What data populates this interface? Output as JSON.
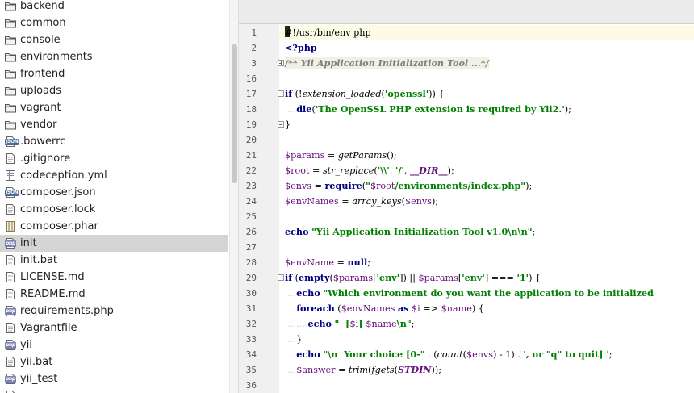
{
  "project_tree": {
    "items": [
      {
        "label": "backend",
        "icon": "folder-icon"
      },
      {
        "label": "common",
        "icon": "folder-icon"
      },
      {
        "label": "console",
        "icon": "folder-icon"
      },
      {
        "label": "environments",
        "icon": "folder-icon"
      },
      {
        "label": "frontend",
        "icon": "folder-icon"
      },
      {
        "label": "uploads",
        "icon": "folder-icon"
      },
      {
        "label": "vagrant",
        "icon": "folder-icon"
      },
      {
        "label": "vendor",
        "icon": "folder-icon"
      },
      {
        "label": ".bowerrc",
        "icon": "json-file-icon"
      },
      {
        "label": ".gitignore",
        "icon": "text-file-icon"
      },
      {
        "label": "codeception.yml",
        "icon": "yml-file-icon"
      },
      {
        "label": "composer.json",
        "icon": "json-file-icon"
      },
      {
        "label": "composer.lock",
        "icon": "text-file-icon"
      },
      {
        "label": "composer.phar",
        "icon": "archive-file-icon"
      },
      {
        "label": "init",
        "icon": "php-file-icon",
        "selected": true
      },
      {
        "label": "init.bat",
        "icon": "text-file-icon"
      },
      {
        "label": "LICENSE.md",
        "icon": "text-file-icon"
      },
      {
        "label": "README.md",
        "icon": "text-file-icon"
      },
      {
        "label": "requirements.php",
        "icon": "php-file-icon"
      },
      {
        "label": "Vagrantfile",
        "icon": "text-file-icon"
      },
      {
        "label": "yii",
        "icon": "php-file-icon"
      },
      {
        "label": "yii.bat",
        "icon": "text-file-icon"
      },
      {
        "label": "yii_test",
        "icon": "php-file-icon"
      },
      {
        "label": "",
        "icon": "php-file-icon"
      }
    ]
  },
  "editor": {
    "current_line": 1,
    "lines": [
      {
        "n": "1",
        "t": [
          [
            "plain",
            "#!/usr/bin/env php"
          ]
        ]
      },
      {
        "n": "2",
        "t": [
          [
            "kw",
            "<?php"
          ]
        ]
      },
      {
        "n": "3",
        "fold": "plus",
        "t": [
          [
            "cmt",
            "/** Yii Application Initialization Tool ...*/"
          ]
        ]
      },
      {
        "n": "16",
        "t": []
      },
      {
        "n": "17",
        "fold": "minus",
        "t": [
          [
            "kw",
            "if"
          ],
          [
            "plain",
            " (!"
          ],
          [
            "fn",
            "extension_loaded"
          ],
          [
            "plain",
            "("
          ],
          [
            "str",
            "'openssl'"
          ],
          [
            "plain",
            ")) {"
          ]
        ]
      },
      {
        "n": "18",
        "t": [
          [
            "ws",
            "...."
          ],
          [
            "kw",
            "die"
          ],
          [
            "plain",
            "("
          ],
          [
            "str",
            "'The OpenSSL PHP extension is required by Yii2.'"
          ],
          [
            "plain",
            ");"
          ]
        ]
      },
      {
        "n": "19",
        "fold": "minus",
        "t": [
          [
            "plain",
            "}"
          ]
        ]
      },
      {
        "n": "20",
        "t": []
      },
      {
        "n": "21",
        "t": [
          [
            "var",
            "$params"
          ],
          [
            "plain",
            " = "
          ],
          [
            "fn",
            "getParams"
          ],
          [
            "plain",
            "();"
          ]
        ]
      },
      {
        "n": "22",
        "t": [
          [
            "var",
            "$root"
          ],
          [
            "plain",
            " = "
          ],
          [
            "fn",
            "str_replace"
          ],
          [
            "plain",
            "("
          ],
          [
            "str",
            "'\\\\'"
          ],
          [
            "plain",
            ", "
          ],
          [
            "str",
            "'/'"
          ],
          [
            "plain",
            ", "
          ],
          [
            "cst",
            "__DIR__"
          ],
          [
            "plain",
            ");"
          ]
        ]
      },
      {
        "n": "23",
        "t": [
          [
            "var",
            "$envs"
          ],
          [
            "plain",
            " = "
          ],
          [
            "kw",
            "require"
          ],
          [
            "plain",
            "("
          ],
          [
            "str",
            "\""
          ],
          [
            "var",
            "$root"
          ],
          [
            "str",
            "/environments/index.php\""
          ],
          [
            "plain",
            ");"
          ]
        ]
      },
      {
        "n": "24",
        "t": [
          [
            "var",
            "$envNames"
          ],
          [
            "plain",
            " = "
          ],
          [
            "fn",
            "array_keys"
          ],
          [
            "plain",
            "("
          ],
          [
            "var",
            "$envs"
          ],
          [
            "plain",
            ");"
          ]
        ]
      },
      {
        "n": "25",
        "t": []
      },
      {
        "n": "26",
        "t": [
          [
            "kw",
            "echo"
          ],
          [
            "plain",
            " "
          ],
          [
            "str",
            "\"Yii Application Initialization Tool v1.0\\n\\n\""
          ],
          [
            "plain",
            ";"
          ]
        ]
      },
      {
        "n": "27",
        "t": []
      },
      {
        "n": "28",
        "t": [
          [
            "var",
            "$envName"
          ],
          [
            "plain",
            " = "
          ],
          [
            "kw",
            "null"
          ],
          [
            "plain",
            ";"
          ]
        ]
      },
      {
        "n": "29",
        "fold": "minus",
        "t": [
          [
            "kw",
            "if"
          ],
          [
            "plain",
            " ("
          ],
          [
            "kw",
            "empty"
          ],
          [
            "plain",
            "("
          ],
          [
            "var",
            "$params"
          ],
          [
            "plain",
            "["
          ],
          [
            "str",
            "'env'"
          ],
          [
            "plain",
            "]) || "
          ],
          [
            "var",
            "$params"
          ],
          [
            "plain",
            "["
          ],
          [
            "str",
            "'env'"
          ],
          [
            "plain",
            "] === "
          ],
          [
            "str",
            "'1'"
          ],
          [
            "plain",
            ") {"
          ]
        ]
      },
      {
        "n": "30",
        "t": [
          [
            "ws",
            "...."
          ],
          [
            "kw",
            "echo"
          ],
          [
            "plain",
            " "
          ],
          [
            "str",
            "\"Which environment do you want the application to be initialized"
          ]
        ]
      },
      {
        "n": "31",
        "t": [
          [
            "ws",
            "...."
          ],
          [
            "kw",
            "foreach"
          ],
          [
            "plain",
            " ("
          ],
          [
            "var",
            "$envNames"
          ],
          [
            "plain",
            " "
          ],
          [
            "kw",
            "as"
          ],
          [
            "plain",
            " "
          ],
          [
            "var",
            "$i"
          ],
          [
            "plain",
            " => "
          ],
          [
            "var",
            "$name"
          ],
          [
            "plain",
            ") {"
          ]
        ]
      },
      {
        "n": "32",
        "t": [
          [
            "ws",
            "........"
          ],
          [
            "kw",
            "echo"
          ],
          [
            "plain",
            " "
          ],
          [
            "str",
            "\"  ["
          ],
          [
            "var",
            "$i"
          ],
          [
            "str",
            "] "
          ],
          [
            "var",
            "$name"
          ],
          [
            "str",
            "\\n\""
          ],
          [
            "plain",
            ";"
          ]
        ]
      },
      {
        "n": "33",
        "t": [
          [
            "ws",
            "...."
          ],
          [
            "plain",
            "}"
          ]
        ]
      },
      {
        "n": "34",
        "t": [
          [
            "ws",
            "...."
          ],
          [
            "kw",
            "echo"
          ],
          [
            "plain",
            " "
          ],
          [
            "str",
            "\"\\n  Your choice [0-\""
          ],
          [
            "plain",
            " . ("
          ],
          [
            "fn",
            "count"
          ],
          [
            "plain",
            "("
          ],
          [
            "var",
            "$envs"
          ],
          [
            "plain",
            ") - 1) . "
          ],
          [
            "str",
            "', or \"q\" to quit] '"
          ],
          [
            "plain",
            ";"
          ]
        ]
      },
      {
        "n": "35",
        "t": [
          [
            "ws",
            "...."
          ],
          [
            "var",
            "$answer"
          ],
          [
            "plain",
            " = "
          ],
          [
            "fn",
            "trim"
          ],
          [
            "plain",
            "("
          ],
          [
            "fn",
            "fgets"
          ],
          [
            "plain",
            "("
          ],
          [
            "cst",
            "STDIN"
          ],
          [
            "plain",
            "));"
          ]
        ]
      },
      {
        "n": "36",
        "t": []
      }
    ]
  }
}
